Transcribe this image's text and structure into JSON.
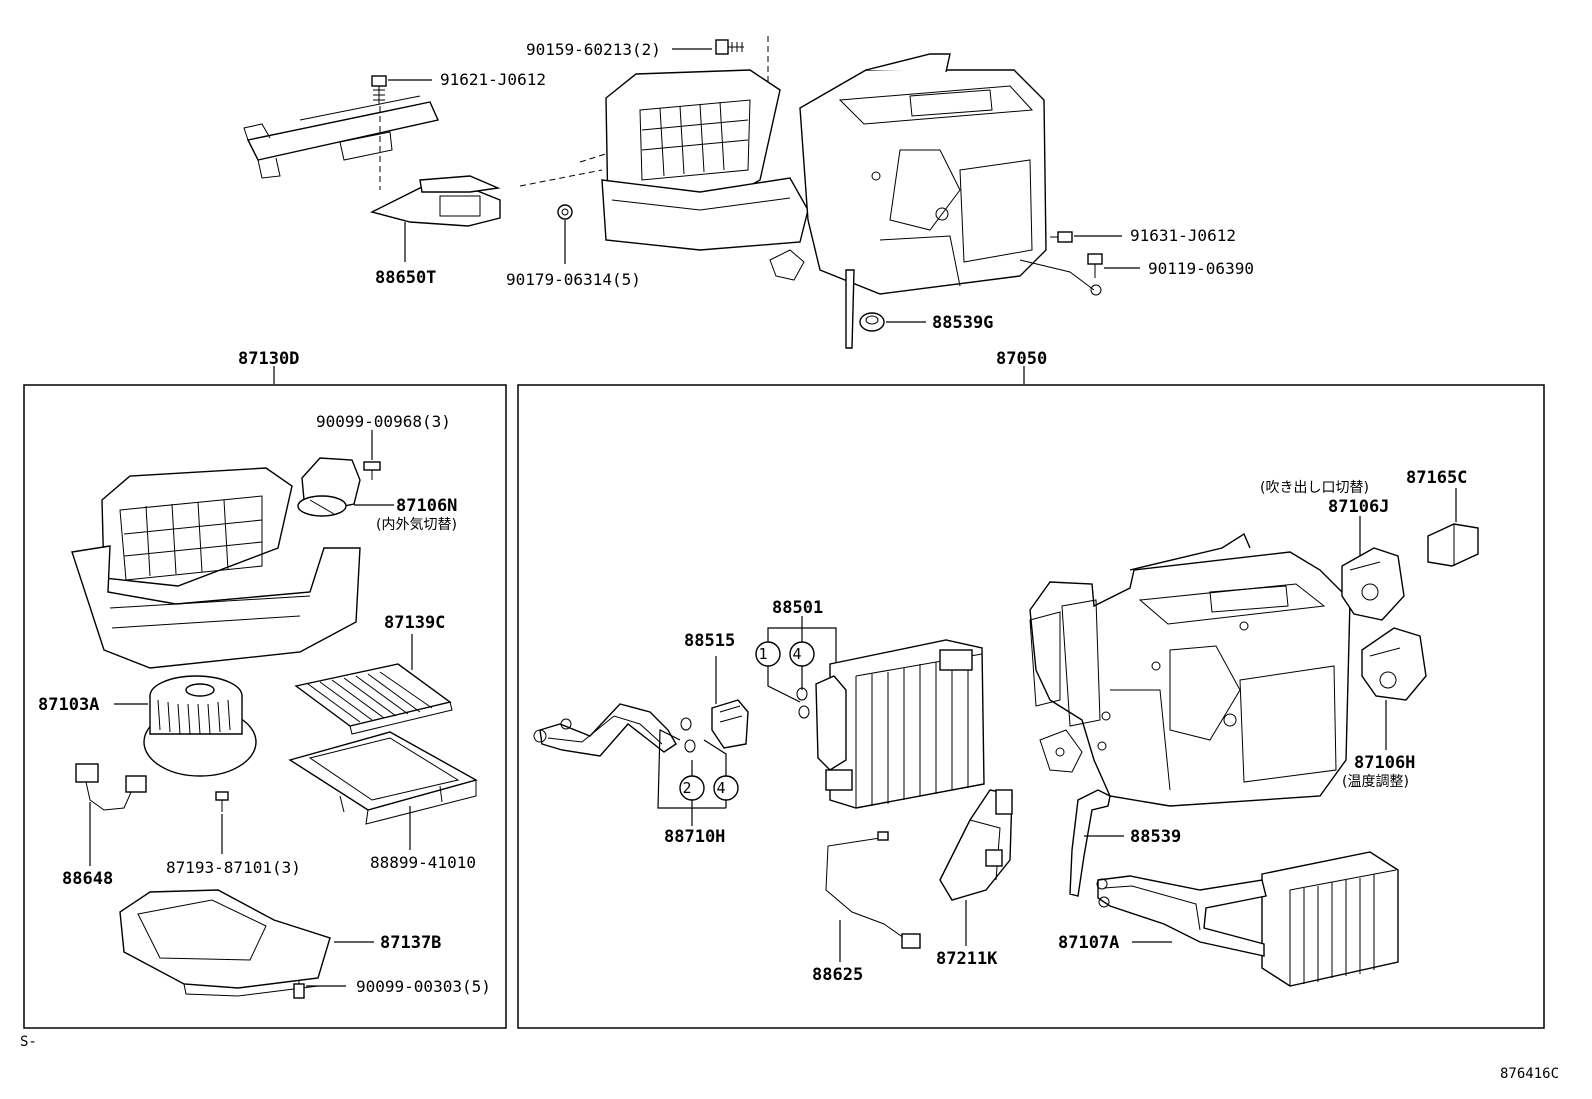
{
  "diagram": {
    "groups": {
      "g1": "87130D",
      "g2": "87050"
    },
    "parts": {
      "p_90159": "90159-60213(2)",
      "p_91621": "91621-J0612",
      "p_88650T": "88650T",
      "p_90179": "90179-06314(5)",
      "p_91631": "91631-J0612",
      "p_90119": "90119-06390",
      "p_88539G": "88539G",
      "p_90099a": "90099-00968(3)",
      "p_87106N": "87106N",
      "p_87139C": "87139C",
      "p_87103A": "87103A",
      "p_88648": "88648",
      "p_87193": "87193-87101(3)",
      "p_88899": "88899-41010",
      "p_87137B": "87137B",
      "p_90099b": "90099-00303(5)",
      "p_87165C": "87165C",
      "p_87106J": "87106J",
      "p_88501": "88501",
      "p_88515": "88515",
      "p_88710H": "88710H",
      "p_87106H": "87106H",
      "p_88539": "88539",
      "p_88625": "88625",
      "p_87211K": "87211K",
      "p_87107A": "87107A"
    },
    "notes": {
      "n_87106N": "(内外気切替)",
      "n_87106J": "(吹き出し口切替)",
      "n_87106H": "(温度調整)"
    },
    "circles": {
      "c1": "1",
      "c2": "4",
      "c3": "2",
      "c4": "4"
    },
    "corner_left": "S-",
    "corner_right": "876416C"
  }
}
